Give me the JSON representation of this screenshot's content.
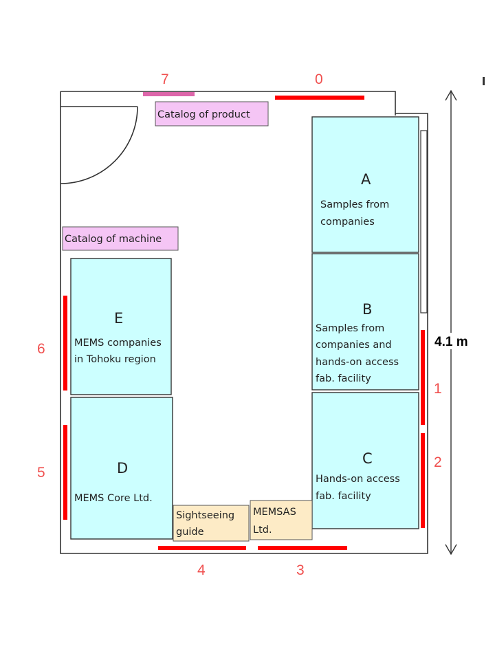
{
  "colors": {
    "wall": "#000000",
    "booth_fill": "#ccffff",
    "booth_stroke": "#333333",
    "catalog_fill": "#f5c5f5",
    "tag_fill": "#fdebc6",
    "red_bar": "#ff0000",
    "pink_bar": "#dd66aa",
    "red_label": "#f0504f"
  },
  "dimension": {
    "label": "4.1 m"
  },
  "wall_labels": [
    "7",
    "0",
    "1",
    "2",
    "3",
    "4",
    "5",
    "6"
  ],
  "catalogs": {
    "product": "Catalog of product",
    "machine": "Catalog of machine"
  },
  "booths": [
    {
      "letter": "A",
      "lines": [
        "Samples from",
        "companies"
      ]
    },
    {
      "letter": "B",
      "lines": [
        "Samples from",
        "companies and",
        "hands-on access",
        "fab. facility"
      ]
    },
    {
      "letter": "C",
      "lines": [
        "Hands-on access",
        "fab. facility"
      ]
    },
    {
      "letter": "D",
      "lines": [
        "MEMS Core Ltd."
      ]
    },
    {
      "letter": "E",
      "lines": [
        "MEMS companies",
        "in Tohoku region"
      ]
    }
  ],
  "tags": [
    {
      "lines": [
        "Sightseeing",
        "guide"
      ]
    },
    {
      "lines": [
        "MEMSAS",
        "Ltd."
      ]
    }
  ]
}
